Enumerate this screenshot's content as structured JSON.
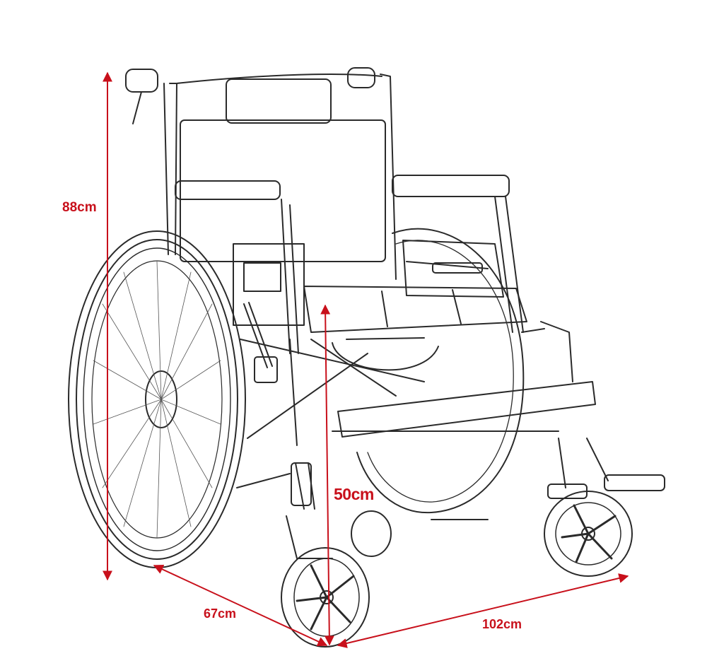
{
  "dimensions": {
    "total_height": "88cm",
    "seat_height": "50cm",
    "width": "67cm",
    "length": "102cm"
  },
  "colors": {
    "dimension": "#c8101b",
    "sketch": "#2a2a2a",
    "background": "#ffffff"
  },
  "icons": {
    "product": "wheelchair-sketch-icon"
  }
}
